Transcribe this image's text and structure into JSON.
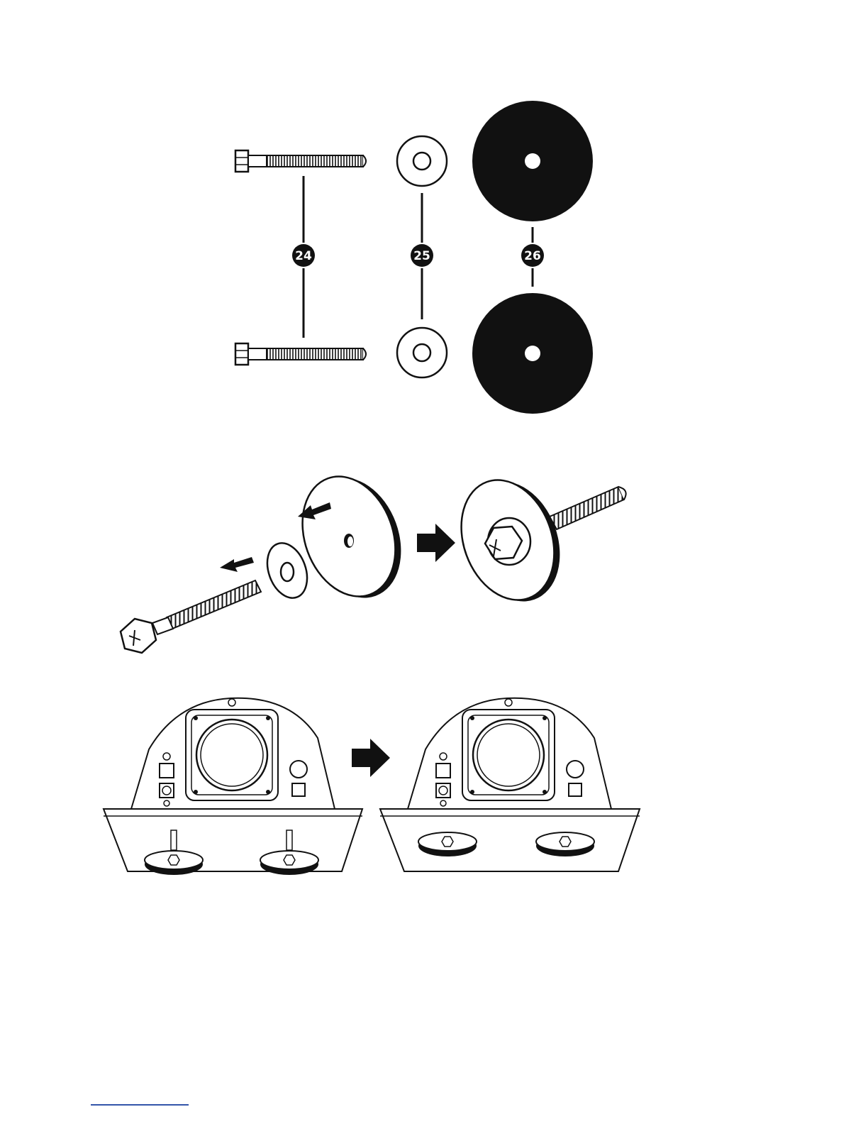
{
  "callouts": {
    "bolt": "24",
    "washer": "25",
    "pad": "26"
  },
  "colors": {
    "ink": "#111111",
    "background": "#ffffff",
    "link_rule": "#3355aa"
  },
  "icons": {
    "step_arrow": "arrow-right-icon",
    "assembly_arrow": "arrow-left-icon"
  }
}
